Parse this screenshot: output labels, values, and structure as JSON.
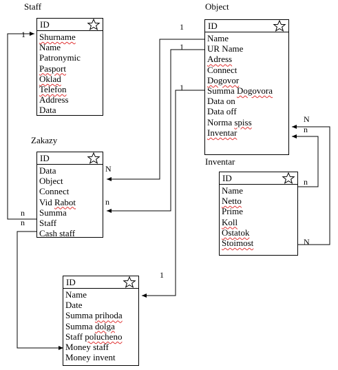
{
  "titles": {
    "staff": "Staff",
    "object": "Object",
    "zakazy": "Zakazy",
    "inventar": "Inventar"
  },
  "staff": {
    "id_label": "ID",
    "fields": [
      "Shurname",
      "Name",
      "Patronymic",
      "Pasport",
      "Oklad",
      "Telefon",
      "Address",
      "Data"
    ]
  },
  "object": {
    "id_label": "ID",
    "fields": [
      "Name",
      "UR Name",
      "Adress",
      "Connect",
      "Dogovor",
      "Summa Dogovora",
      "Data on",
      "Data off",
      "Norma spiss",
      "Inventar"
    ]
  },
  "zakazy": {
    "id_label": "ID",
    "fields": [
      "Data",
      "Object",
      "Connect",
      "Vid Rabot",
      "Summa",
      "Staff",
      "Cash staff"
    ]
  },
  "inventar": {
    "id_label": "ID",
    "fields": [
      "Name",
      "Netto",
      "Prime",
      "Koll",
      "Ostatok",
      "Stoimost"
    ]
  },
  "payments": {
    "id_label": "ID",
    "fields": [
      "Name",
      "Date",
      "Summa prihoda",
      "Summa dolga",
      "Staff polucheno",
      "Money staff",
      "Money invent"
    ]
  },
  "cardinality": {
    "staff_end": "1",
    "object_end_1": "1",
    "object_end_2": "1",
    "object_end_3": "1",
    "zakazy_object_end": "N",
    "zakazy_summa_end": "n",
    "zakazy_n1": "n",
    "zakazy_n2": "n",
    "inventar_N": "N",
    "inventar_n": "n",
    "inventar_row_n": "n",
    "inventar_row_N": "N",
    "payments_end": "1"
  }
}
